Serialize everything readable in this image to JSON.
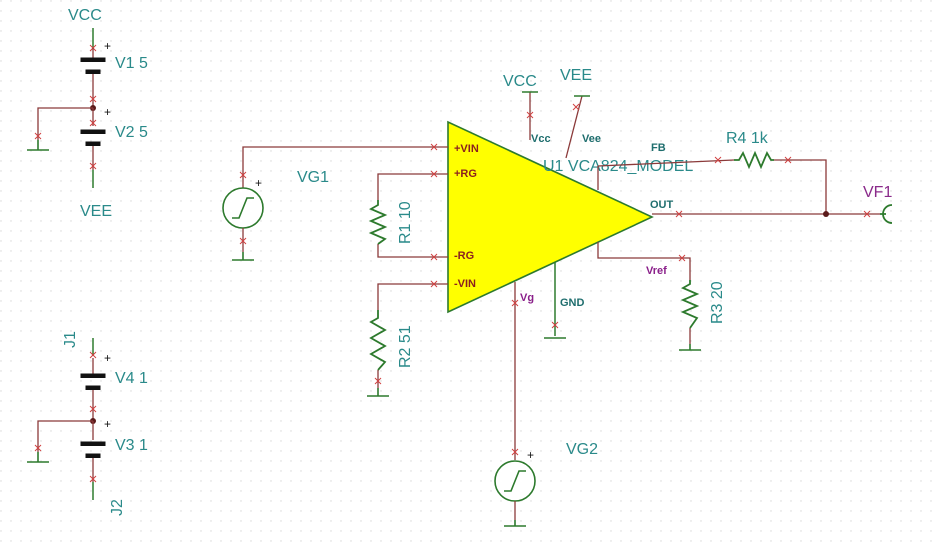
{
  "nets": {
    "vcc_top": "VCC",
    "vee_left": "VEE",
    "vcc_amp": "VCC",
    "vee_amp": "VEE",
    "vf1": "VF1"
  },
  "sources": {
    "v1": "V1 5",
    "v2": "V2 5",
    "v4": "V4 1",
    "v3": "V3 1",
    "vg1": "VG1",
    "vg2": "VG2",
    "j1": "J1",
    "j2": "J2"
  },
  "resistors": {
    "r1": "R1 10",
    "r2": "R2 51",
    "r3": "R3 20",
    "r4": "R4 1k"
  },
  "amplifier": {
    "name": "U1 VCA824_MODEL",
    "pins": {
      "vin_p": "+VIN",
      "rg_p": "+RG",
      "rg_n": "-RG",
      "vin_n": "-VIN",
      "vcc": "Vcc",
      "vee": "Vee",
      "fb": "FB",
      "out": "OUT",
      "vref": "Vref",
      "vg": "Vg",
      "gnd": "GND"
    },
    "fill_color": "#ffff00"
  },
  "colors": {
    "wire": "#8b3a3a",
    "ground": "#2d7a2d",
    "label": "#2a8a8a",
    "probe_label": "#8a2a8a"
  }
}
